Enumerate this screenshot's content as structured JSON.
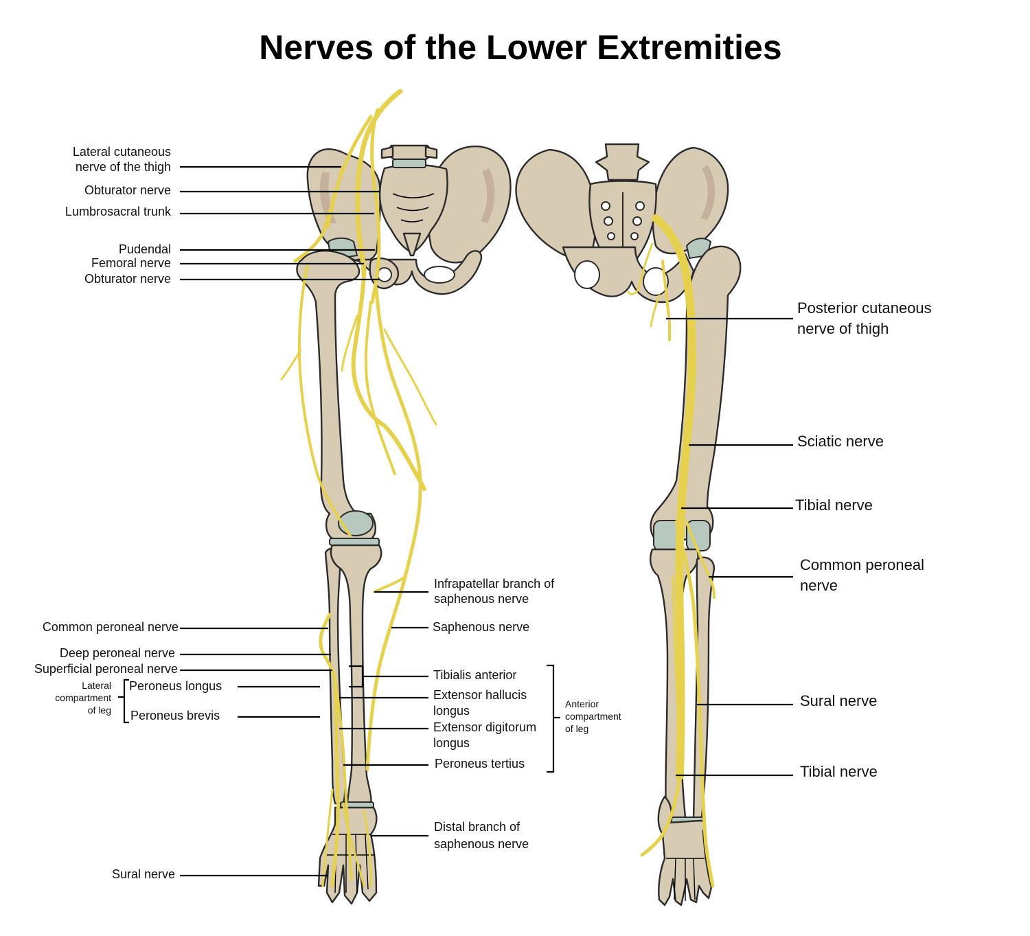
{
  "title": "Nerves of the Lower Extremities",
  "anterior_labels": {
    "lateral_cutaneous": "Lateral cutaneous\nnerve of the thigh",
    "obturator_upper": "Obturator nerve",
    "lumbrosacral": "Lumbrosacral trunk",
    "pudendal": "Pudendal",
    "femoral": "Femoral nerve",
    "obturator_lower": "Obturator nerve",
    "infrapatellar": "Infrapatellar branch of\nsaphenous nerve",
    "saphenous": "Saphenous nerve",
    "common_peroneal": "Common peroneal nerve",
    "deep_peroneal": "Deep peroneal nerve",
    "superficial_peroneal": "Superficial peroneal nerve",
    "lateral_compartment": "Lateral\ncompartment\nof leg",
    "peroneus_longus": "Peroneus longus",
    "peroneus_brevis": "Peroneus brevis",
    "tibialis_anterior": "Tibialis anterior",
    "extensor_hallucis": "Extensor hallucis\nlongus",
    "extensor_digitorum": "Extensor digitorum\nlongus",
    "peroneus_tertius": "Peroneus tertius",
    "anterior_compartment": "Anterior\ncompartment\nof leg",
    "distal_saphenous": "Distal branch of\nsaphenous nerve",
    "sural": "Sural nerve"
  },
  "posterior_labels": {
    "posterior_cutaneous": "Posterior cutaneous\nnerve of thigh",
    "sciatic": "Sciatic nerve",
    "tibial_upper": "Tibial nerve",
    "common_peroneal": "Common peroneal\nnerve",
    "sural": "Sural nerve",
    "tibial_lower": "Tibial nerve"
  },
  "colors": {
    "bone": "#d8cbb3",
    "cartilage": "#b7c8bf",
    "nerve": "#e6d14f",
    "outline": "#2b2b2b"
  }
}
